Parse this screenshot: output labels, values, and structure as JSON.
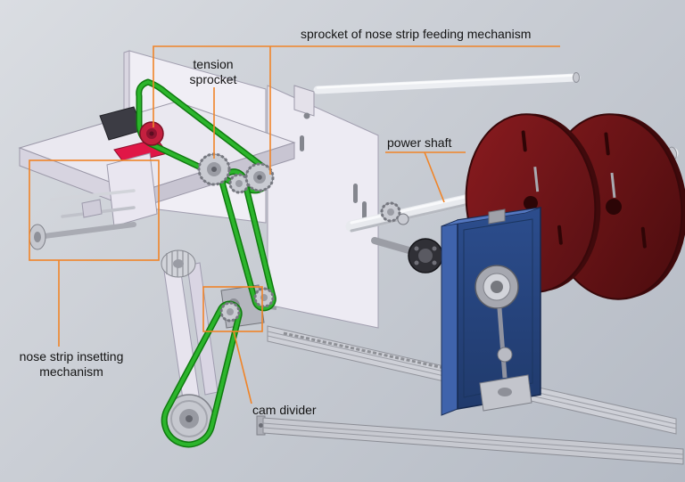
{
  "annotations": {
    "sprocket_feeding": "sprocket of nose strip feeding mechanism",
    "tension_sprocket": "tension sprocket",
    "power_shaft": "power shaft",
    "nose_strip_insetting": "nose strip insetting mechanism",
    "cam_divider": "cam divider"
  },
  "colors": {
    "annotation_orange": "#f08428",
    "belt_green": "#1da11d",
    "reel_maroon": "#5e1013",
    "housing_blue": "#26447e",
    "accent_red": "#e01747",
    "plate_lavender": "#eceaf2",
    "background": "#c9cdd4"
  }
}
